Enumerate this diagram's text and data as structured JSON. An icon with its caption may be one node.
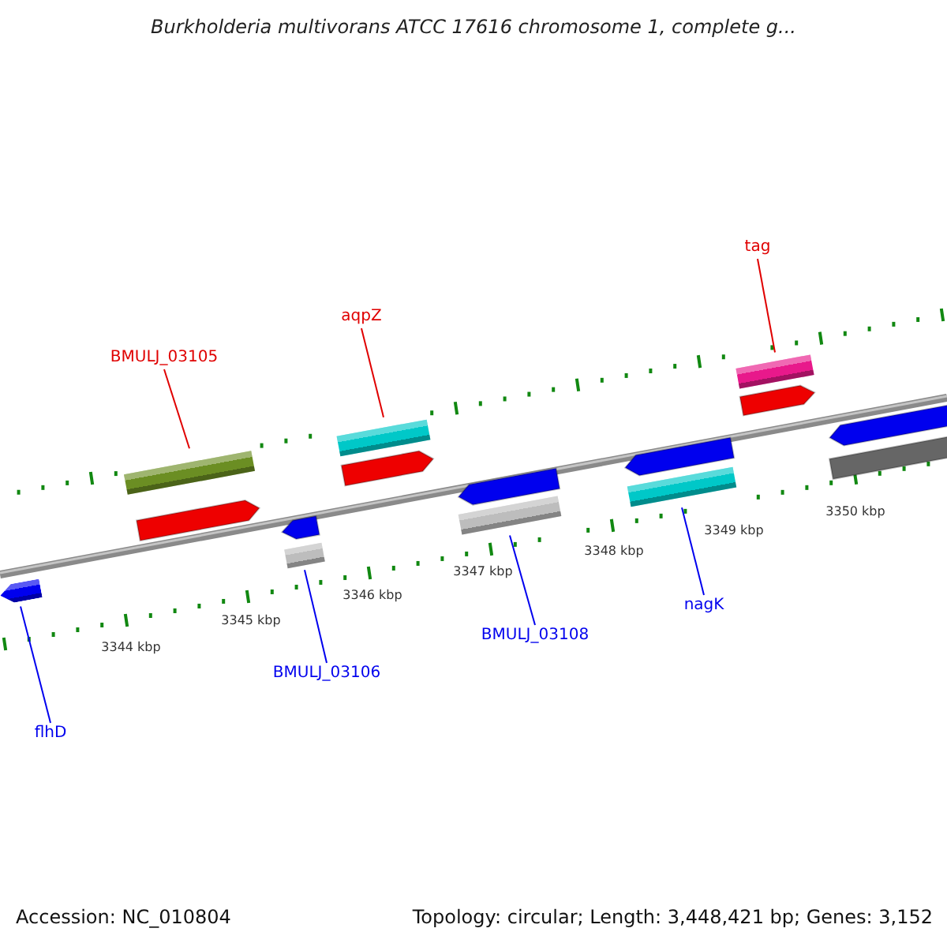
{
  "diagram": {
    "title": "Burkholderia multivorans ATCC 17616 chromosome 1, complete g...",
    "nodes": [
      {
        "text": [
          "BMULJ_03105"
        ]
      },
      {
        "text": [],
        "shape": "bar"
      },
      {
        "text": [
          "aqpZ"
        ]
      },
      {
        "text": [],
        "shape": "bar"
      },
      {
        "text": [
          "tag"
        ]
      },
      {
        "text": [],
        "shape": "bar"
      },
      {
        "text": [
          "flhD"
        ]
      },
      {
        "text": [],
        "shape": "bar"
      },
      {
        "text": [
          "BMULJ_03106"
        ]
      },
      {
        "text": [],
        "shape": "bar"
      },
      {
        "text": [
          "BMULJ_03108"
        ]
      },
      {
        "text": [],
        "shape": "bar"
      },
      {
        "text": [
          "nagK"
        ]
      },
      {
        "text": [],
        "shape": "bar"
      }
    ],
    "edges": [
      {
        "from": 0,
        "to": 1,
        "arrow": "none",
        "color": "#e00000"
      },
      {
        "from": 2,
        "to": 3,
        "arrow": "none",
        "color": "#e00000"
      },
      {
        "from": 4,
        "to": 5,
        "arrow": "none",
        "color": "#e00000"
      },
      {
        "from": 6,
        "to": 7,
        "arrow": "none"
      },
      {
        "from": 8,
        "to": 9,
        "arrow": "none"
      },
      {
        "from": 10,
        "to": 11,
        "arrow": "none"
      },
      {
        "from": 12,
        "to": 13,
        "arrow": "none"
      }
    ],
    "labels": [
      "3344 kbp",
      "3345 kbp",
      "3346 kbp",
      "3347 kbp",
      "3348 kbp",
      "3349 kbp",
      "3350 kbp",
      "Accession: NC_010804",
      "Topology: circular; Length: 3,448,421 bp; Genes: 3,152"
    ]
  }
}
